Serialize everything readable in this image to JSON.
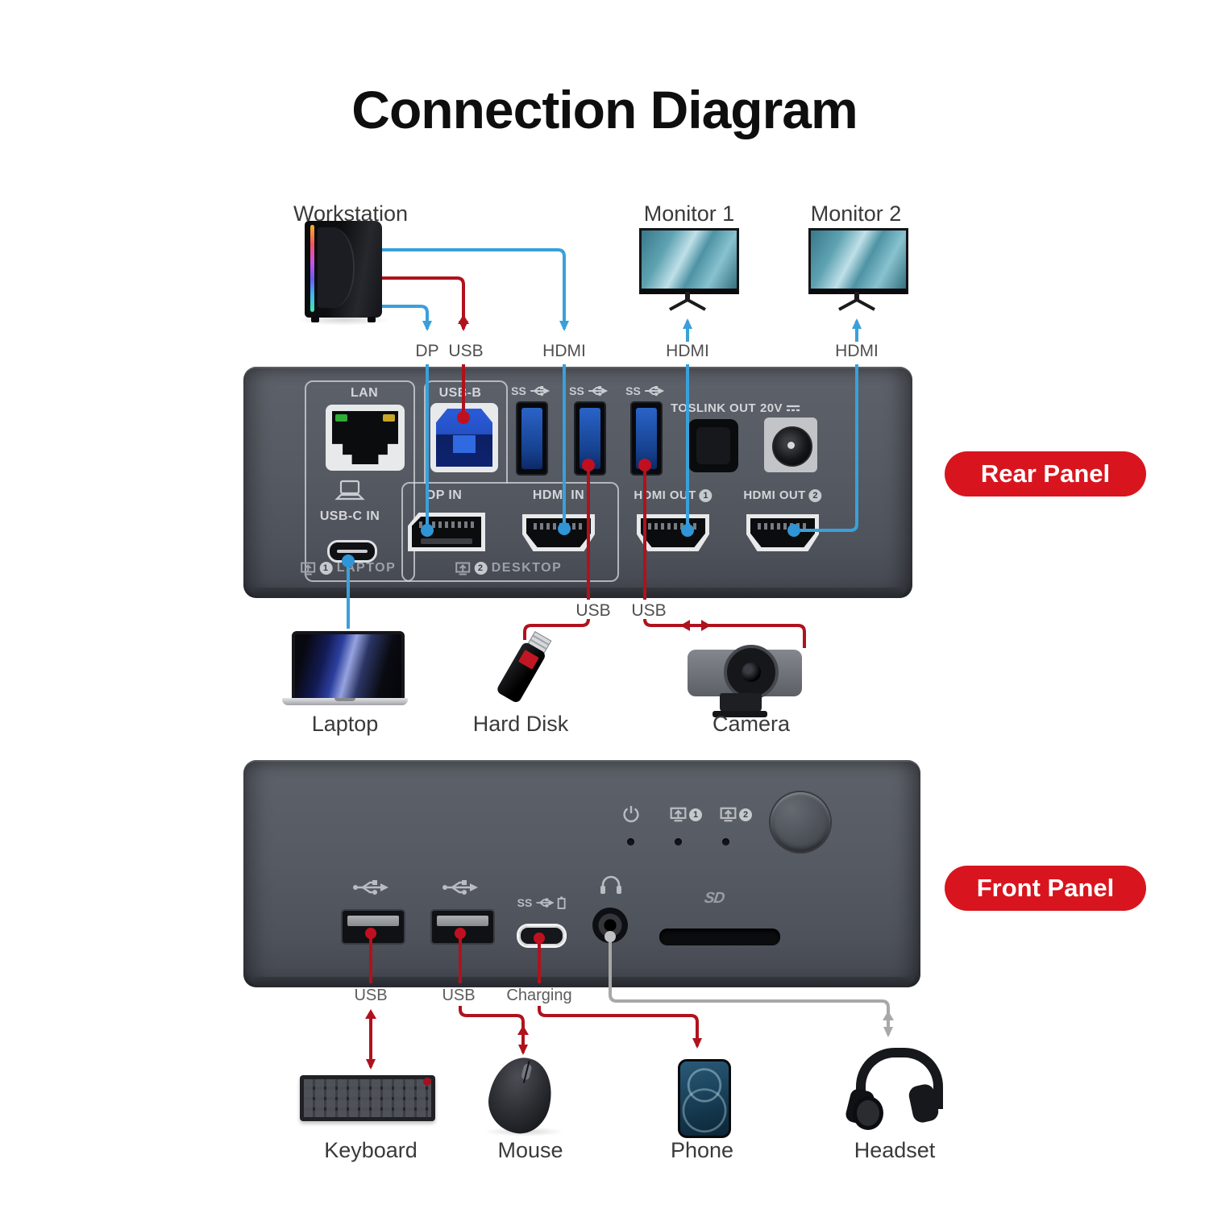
{
  "title": "Connection Diagram",
  "badges": {
    "rear": "Rear Panel",
    "front": "Front Panel"
  },
  "top": {
    "workstation": "Workstation",
    "monitor1": "Monitor 1",
    "monitor2": "Monitor 2",
    "cable_dp": "DP",
    "cable_usb": "USB",
    "cable_hdmi": "HDMI"
  },
  "rear_panel": {
    "lan": "LAN",
    "usb_b": "USB-B",
    "ss": "SS",
    "toslink": "TOSLINK OUT",
    "power": "20V",
    "usb_c_in": "USB-C IN",
    "dp_in": "DP IN",
    "hdmi_in": "HDMI IN",
    "hdmi_out": "HDMI OUT",
    "out1_num": "1",
    "out2_num": "2",
    "zone1_num": "1",
    "zone1": "LAPTOP",
    "zone2_num": "2",
    "zone2": "DESKTOP"
  },
  "mid": {
    "usb_left": "USB",
    "usb_right": "USB",
    "laptop": "Laptop",
    "hard_disk": "Hard Disk",
    "camera": "Camera"
  },
  "front_panel": {
    "ss": "SS",
    "sd": "SD",
    "ind1_num": "1",
    "ind2_num": "2",
    "usb1": "USB",
    "usb2": "USB",
    "charging": "Charging"
  },
  "bottom": {
    "keyboard": "Keyboard",
    "mouse": "Mouse",
    "phone": "Phone",
    "headset": "Headset"
  },
  "colors": {
    "blue": "#3aa0da",
    "red": "#b0121d",
    "gray": "#a8a8a8",
    "badge": "#d8151e"
  }
}
